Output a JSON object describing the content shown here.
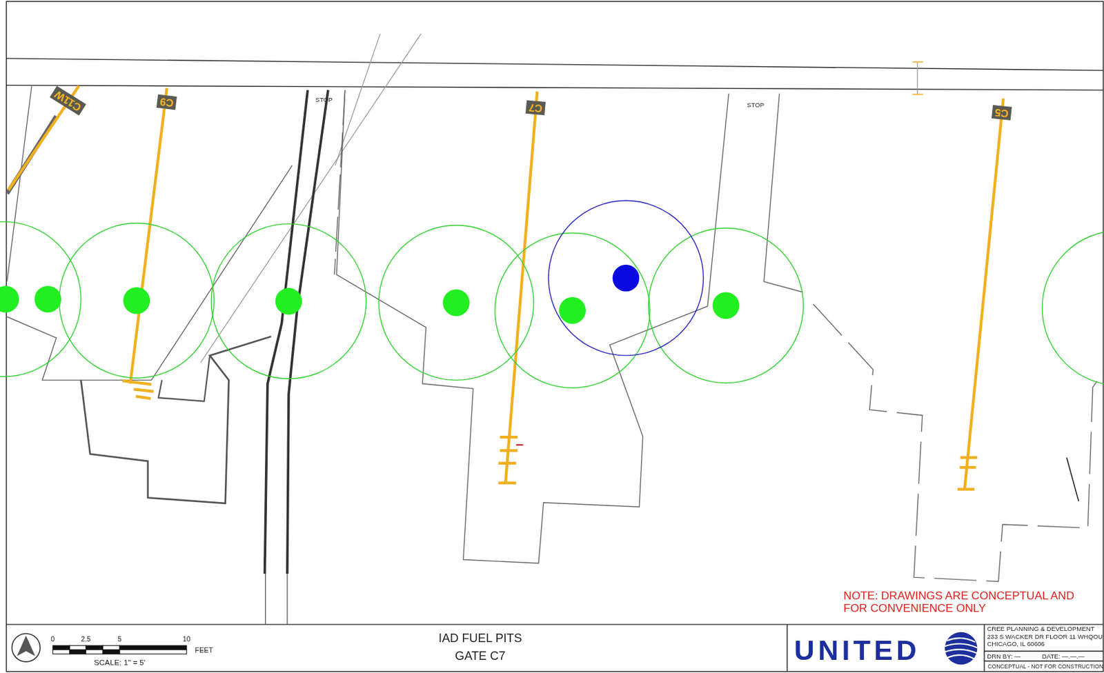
{
  "diagram": {
    "title": "IAD FUEL PITS",
    "nodes": [
      {
        "text": [
          "C11W"
        ]
      },
      {
        "text": [
          "C9"
        ]
      },
      {
        "text": [
          "C7"
        ]
      },
      {
        "text": [
          "C5"
        ]
      }
    ],
    "labels": [
      "STOP",
      "STOP",
      "NOTE: DRAWINGS ARE CONCEPTUAL AND FOR CONVENIENCE ONLY",
      "GATE C7",
      "0",
      "2.5",
      "5",
      "10",
      "FEET",
      "SCALE: 1\" = 5'",
      "UNITED",
      "CREE PLANNING & DEVELOPMENT",
      "233 S WACKER DR FLOOR 11 WHQOU",
      "CHICAGO, IL 60606",
      "DRN BY: —",
      "DATE: —.—.—",
      "CONCEPTUAL - NOT FOR CONSTRUCTION"
    ]
  }
}
